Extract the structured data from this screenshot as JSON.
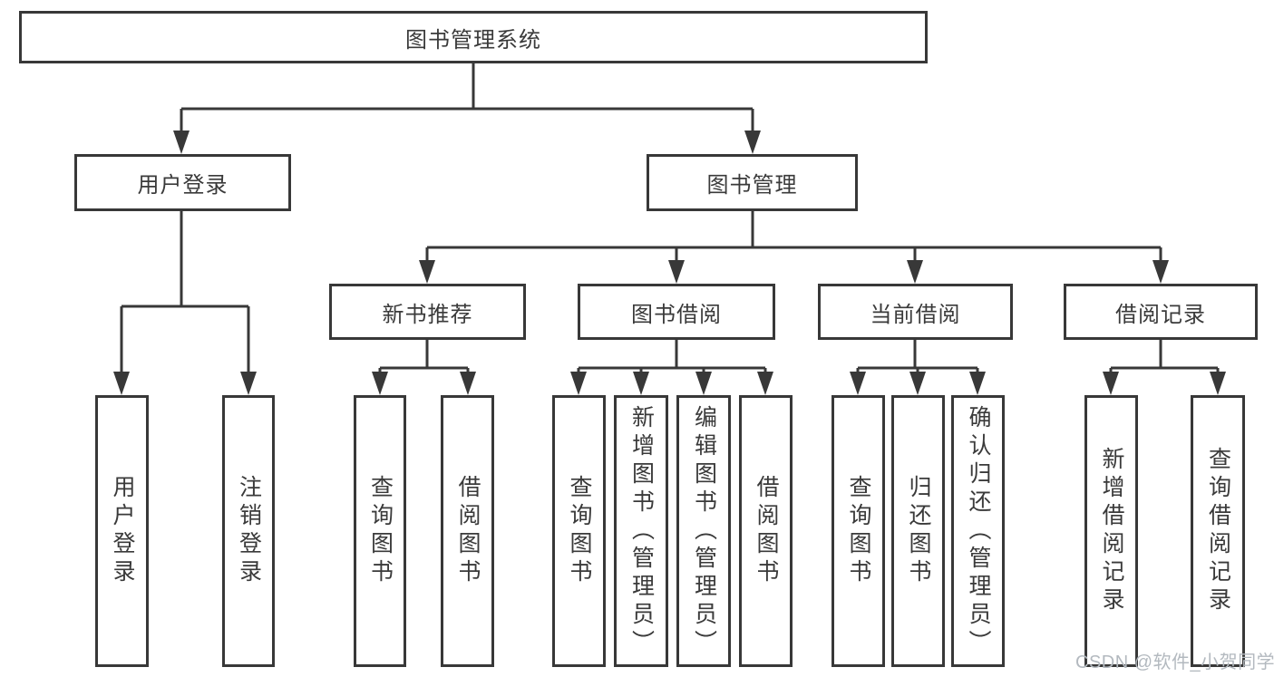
{
  "tree": {
    "root": {
      "label": "图书管理系统"
    },
    "branches": [
      {
        "label": "用户登录",
        "leaves": [
          {
            "label": "用户登录"
          },
          {
            "label": "注销登录"
          }
        ]
      },
      {
        "label": "图书管理",
        "children": [
          {
            "label": "新书推荐",
            "leaves": [
              {
                "label": "查询图书"
              },
              {
                "label": "借阅图书"
              }
            ]
          },
          {
            "label": "图书借阅",
            "leaves": [
              {
                "label": "查询图书"
              },
              {
                "label": "新增图书（管理员）"
              },
              {
                "label": "编辑图书（管理员）"
              },
              {
                "label": "借阅图书"
              }
            ]
          },
          {
            "label": "当前借阅",
            "leaves": [
              {
                "label": "查询图书"
              },
              {
                "label": "归还图书"
              },
              {
                "label": "确认归还（管理员）"
              }
            ]
          },
          {
            "label": "借阅记录",
            "leaves": [
              {
                "label": "新增借阅记录"
              },
              {
                "label": "查询借阅记录"
              }
            ]
          }
        ]
      }
    ]
  },
  "watermark": {
    "text": "CSDN @软件_小贺同学"
  },
  "colors": {
    "line": "#383838",
    "text": "#3a3a3a",
    "background": "#ffffff",
    "watermark": "#b3b9bf"
  }
}
